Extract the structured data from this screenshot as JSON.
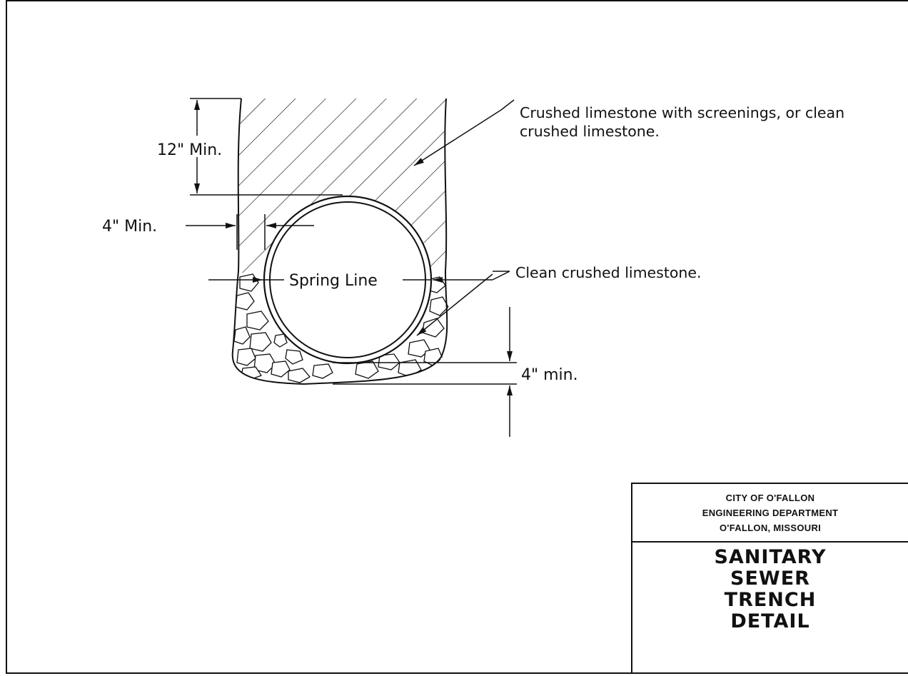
{
  "labels": {
    "cover_dim": "12\" Min.",
    "side_dim": "4\" Min.",
    "spring_line": "Spring Line",
    "bedding_dim": "4\" min.",
    "note_cover_line1": "Crushed limestone with screenings, or clean",
    "note_cover_line2": "crushed limestone.",
    "note_bedding": "Clean crushed limestone."
  },
  "title_block": {
    "org_line1": "CITY OF O'FALLON",
    "org_line2": "ENGINEERING DEPARTMENT",
    "org_line3": "O'FALLON, MISSOURI",
    "title_line1": "SANITARY",
    "title_line2": "SEWER",
    "title_line3": "TRENCH",
    "title_line4": "DETAIL"
  },
  "colors": {
    "ink": "#111111",
    "paper": "#ffffff"
  }
}
